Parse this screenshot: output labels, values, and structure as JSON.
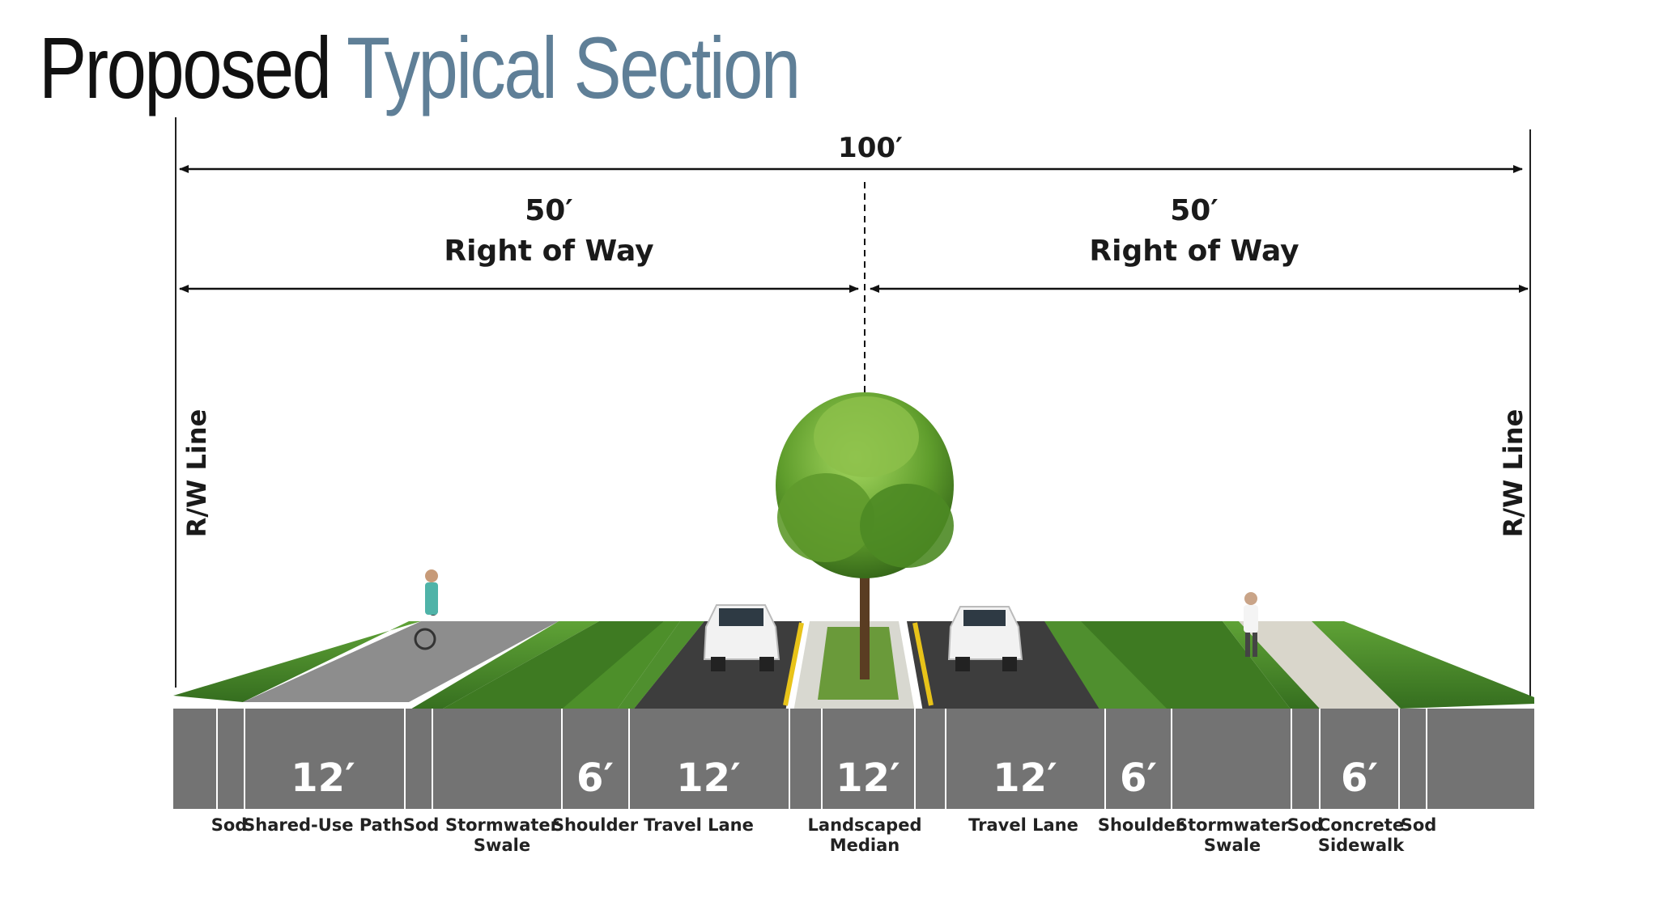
{
  "title": {
    "part1": "Proposed",
    "part2": "Typical Section"
  },
  "dimensions": {
    "total": "100′",
    "left": {
      "value": "50′",
      "label": "Right of Way"
    },
    "right": {
      "value": "50′",
      "label": "Right of Way"
    }
  },
  "rw_line_left": "R/W Line",
  "rw_line_right": "R/W Line",
  "segment_widths": [
    "12′",
    "6′",
    "12′",
    "12′",
    "12′",
    "6′",
    "6′"
  ],
  "labels": {
    "sod1": "Sod",
    "shared_use_path": "Shared-Use Path",
    "sod2": "Sod",
    "stormwater_swale_1a": "Stormwater",
    "stormwater_swale_1b": "Swale",
    "shoulder1": "Shoulder",
    "travel_lane1": "Travel Lane",
    "median_a": "Landscaped",
    "median_b": "Median",
    "travel_lane2": "Travel Lane",
    "shoulder2": "Shoulder",
    "stormwater_swale_2a": "Stormwater",
    "stormwater_swale_2b": "Swale",
    "sod3": "Sod",
    "sidewalk_a": "Concrete",
    "sidewalk_b": "Sidewalk",
    "sod4": "Sod"
  },
  "colors": {
    "title_accent": "#5f7f97",
    "band": "#737373",
    "grass": "#4f8f2e",
    "asphalt": "#3d3d3d"
  },
  "icons": [
    "tree-icon",
    "car-icon",
    "cyclist-icon",
    "pedestrian-icon"
  ]
}
